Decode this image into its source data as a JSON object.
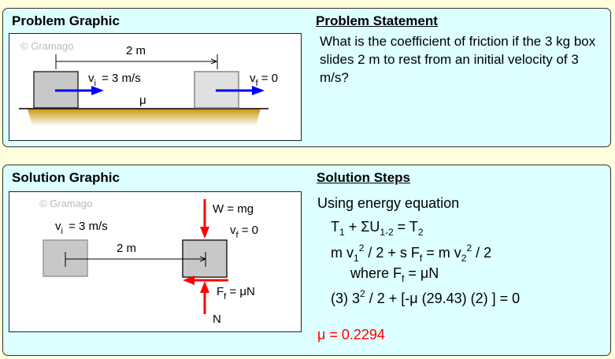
{
  "problem": {
    "graphic_title": "Problem Graphic",
    "statement_title": "Problem Statement",
    "statement": "What is the coefficient of friction if the 3 kg box slides 2 m to rest from an initial velocity of 3 m/s?",
    "graphic": {
      "watermark": "© Gramago",
      "distance": "2 m",
      "vi_symbol": "v",
      "vi_sub": "i",
      "vi_value": " = 3 m/s",
      "vf_symbol": "v",
      "vf_sub": "f",
      "vf_value": " = 0",
      "mu": "μ"
    }
  },
  "solution": {
    "graphic_title": "Solution Graphic",
    "steps_title": "Solution Steps",
    "graphic": {
      "watermark": "© Gramago",
      "distance": "2 m",
      "vi_symbol": "v",
      "vi_sub": "i",
      "vi_value": " = 3 m/s",
      "vf_symbol": "v",
      "vf_sub": "f",
      "vf_value": " = 0",
      "weight": "W = mg",
      "ff_symbol": "F",
      "ff_sub": "f",
      "ff_value": " = μN",
      "normal": "N"
    },
    "steps": {
      "intro": "Using energy equation",
      "eq1": {
        "a": "T",
        "a_sub": "1",
        "b": " + ΣU",
        "b_sub": "1-2",
        "c": " = T",
        "c_sub": "2"
      },
      "eq2": {
        "a": "m v",
        "a_sub": "1",
        "a_sup": "2",
        "b": " / 2 + s F",
        "b_sub": "f",
        "c": " = m v",
        "c_sub": "2",
        "c_sup": "2",
        "d": " / 2"
      },
      "eq3": {
        "a": "where F",
        "a_sub": "f",
        "b": " = μN"
      },
      "eq4": {
        "a": "(3) 3",
        "a_sup": "2",
        "b": " / 2 + [-μ (29.43) (2) ] = 0"
      },
      "result": "μ = 0.2294"
    }
  },
  "colors": {
    "arrow_blue": "#0000ff",
    "force_red": "#ff0000",
    "result_red": "#ff0000",
    "panel": "#ddffff",
    "background": "#ffffdd"
  }
}
